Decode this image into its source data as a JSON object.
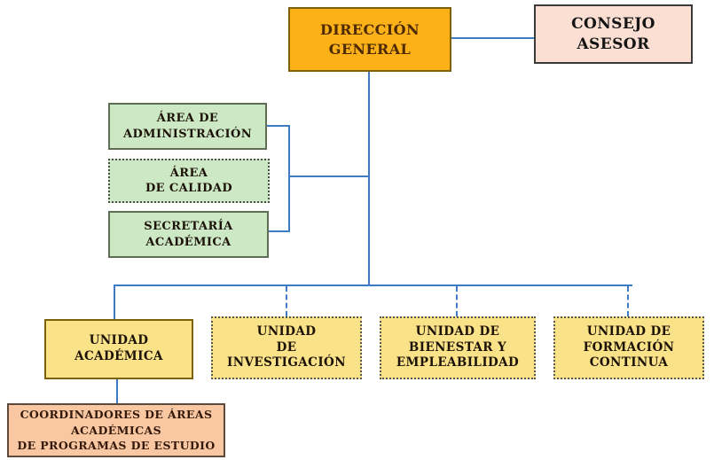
{
  "diagram": {
    "type": "organizational-chart",
    "language": "es",
    "colors": {
      "connector_line": "#3f7bc2",
      "direccion_fill": "#fbb117",
      "consejo_fill": "#fbdfd2",
      "area_fill": "#cde8c4",
      "unidad_fill": "#fae289",
      "coordinadores_fill": "#f9c8a3"
    },
    "nodes": {
      "direccion_general": {
        "label": "DIRECCIÓN\nGENERAL",
        "border": "solid"
      },
      "consejo_asesor": {
        "label": "CONSEJO\nASESOR",
        "border": "solid"
      },
      "area_administracion": {
        "label": "ÁREA DE\nADMINISTRACIÓN",
        "border": "solid"
      },
      "area_calidad": {
        "label": "ÁREA\nDE CALIDAD",
        "border": "dotted"
      },
      "secretaria_academica": {
        "label": "SECRETARÍA\nACADÉMICA",
        "border": "solid"
      },
      "unidad_academica": {
        "label": "UNIDAD\nACADÉMICA",
        "border": "solid"
      },
      "unidad_investigacion": {
        "label": "UNIDAD\nDE\nINVESTIGACIÓN",
        "border": "dotted"
      },
      "unidad_bienestar": {
        "label": "UNIDAD DE\nBIENESTAR Y\nEMPLEABILIDAD",
        "border": "dotted"
      },
      "unidad_formacion": {
        "label": "UNIDAD DE\nFORMACIÓN\nCONTINUA",
        "border": "dotted"
      },
      "coordinadores": {
        "label": "COORDINADORES DE ÁREAS\nACADÉMICAS\nDE PROGRAMAS DE ESTUDIO",
        "border": "solid"
      }
    },
    "edges": [
      {
        "from": "direccion_general",
        "to": "consejo_asesor",
        "style": "solid"
      },
      {
        "from": "direccion_general",
        "to": "area_administracion",
        "style": "solid"
      },
      {
        "from": "direccion_general",
        "to": "area_calidad",
        "style": "solid"
      },
      {
        "from": "direccion_general",
        "to": "secretaria_academica",
        "style": "solid"
      },
      {
        "from": "direccion_general",
        "to": "unidad_academica",
        "style": "solid"
      },
      {
        "from": "direccion_general",
        "to": "unidad_investigacion",
        "style": "dashed"
      },
      {
        "from": "direccion_general",
        "to": "unidad_bienestar",
        "style": "dashed"
      },
      {
        "from": "direccion_general",
        "to": "unidad_formacion",
        "style": "dashed"
      },
      {
        "from": "unidad_academica",
        "to": "coordinadores",
        "style": "solid"
      }
    ]
  }
}
